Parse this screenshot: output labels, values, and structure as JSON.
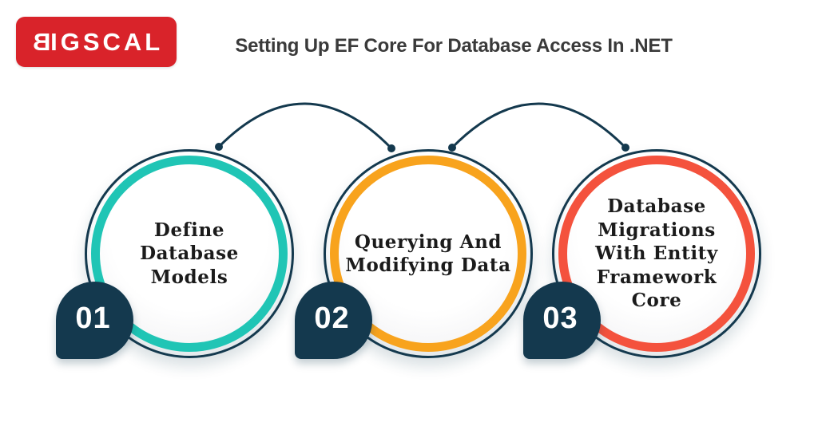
{
  "header": {
    "logo": {
      "b": "B",
      "rest": "IGSCAL",
      "bg": "#d9232a",
      "text_color": "#ffffff"
    },
    "title": "Setting Up EF Core For Database Access In .NET",
    "title_color": "#3a3a3a"
  },
  "steps": [
    {
      "number": "01",
      "ring_color": "#20c5b5",
      "label": "Define Database Models",
      "lines": [
        "Define",
        "Database",
        "Models"
      ]
    },
    {
      "number": "02",
      "ring_color": "#f8a31d",
      "label": "Querying And Modifying Data",
      "lines": [
        "Querying And",
        "Modifying Data"
      ]
    },
    {
      "number": "03",
      "ring_color": "#f4523d",
      "label": "Database Migrations With Entity Framework Core",
      "lines": [
        "Database",
        "Migrations",
        "With Entity",
        "Framework",
        "Core"
      ]
    }
  ],
  "colors": {
    "navy": "#14394e",
    "badge": "#14394e",
    "background": "#ffffff",
    "body_text": "#1b1b1b"
  }
}
